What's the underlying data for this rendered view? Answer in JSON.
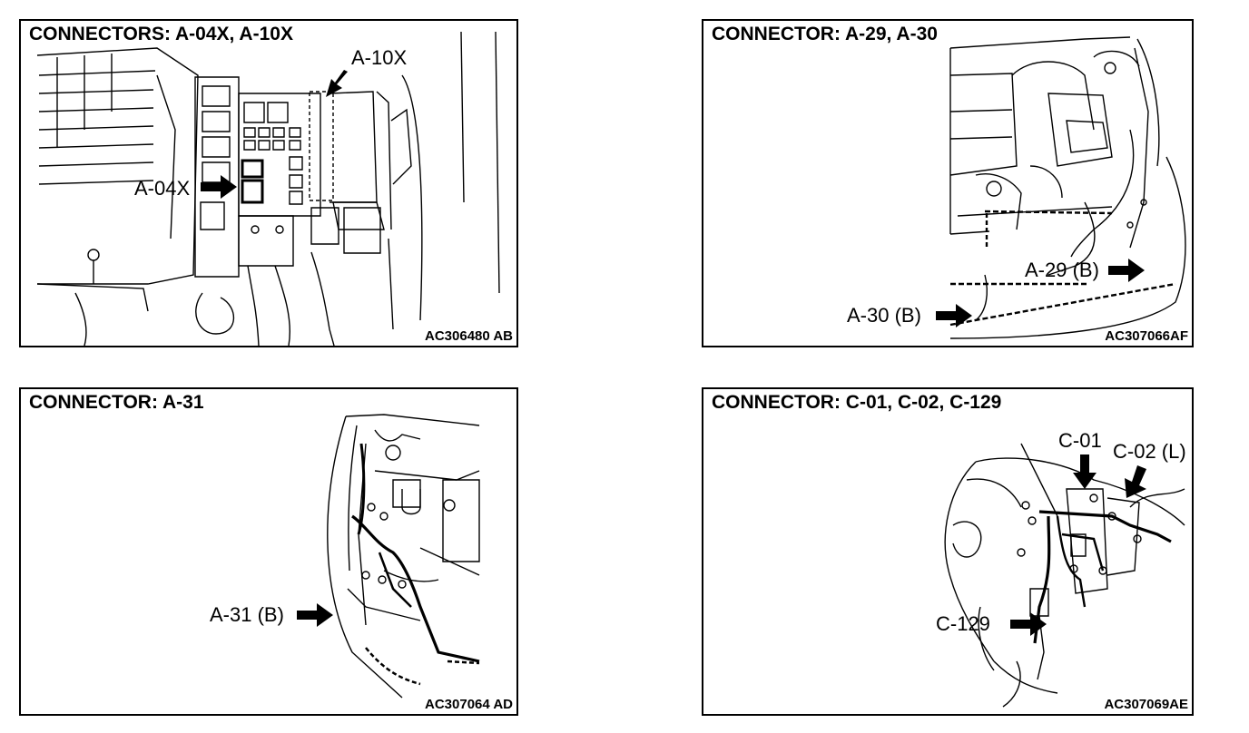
{
  "panels": [
    {
      "title": "CONNECTORS: A-04X, A-10X",
      "code": "AC306480 AB",
      "callouts": [
        "A-10X",
        "A-04X"
      ]
    },
    {
      "title": "CONNECTOR: A-29, A-30",
      "code": "AC307066AF",
      "callouts": [
        "A-29 (B)",
        "A-30 (B)"
      ]
    },
    {
      "title": "CONNECTOR: A-31",
      "code": "AC307064 AD",
      "callouts": [
        "A-31 (B)"
      ]
    },
    {
      "title": "CONNECTOR: C-01, C-02, C-129",
      "code": "AC307069AE",
      "callouts": [
        "C-01",
        "C-02 (L)",
        "C-129"
      ]
    }
  ],
  "icons": {
    "pointer": "arrow-right-icon",
    "pointer-down": "arrow-down-icon"
  },
  "colors": {
    "ink": "#000000",
    "paper": "#ffffff"
  }
}
